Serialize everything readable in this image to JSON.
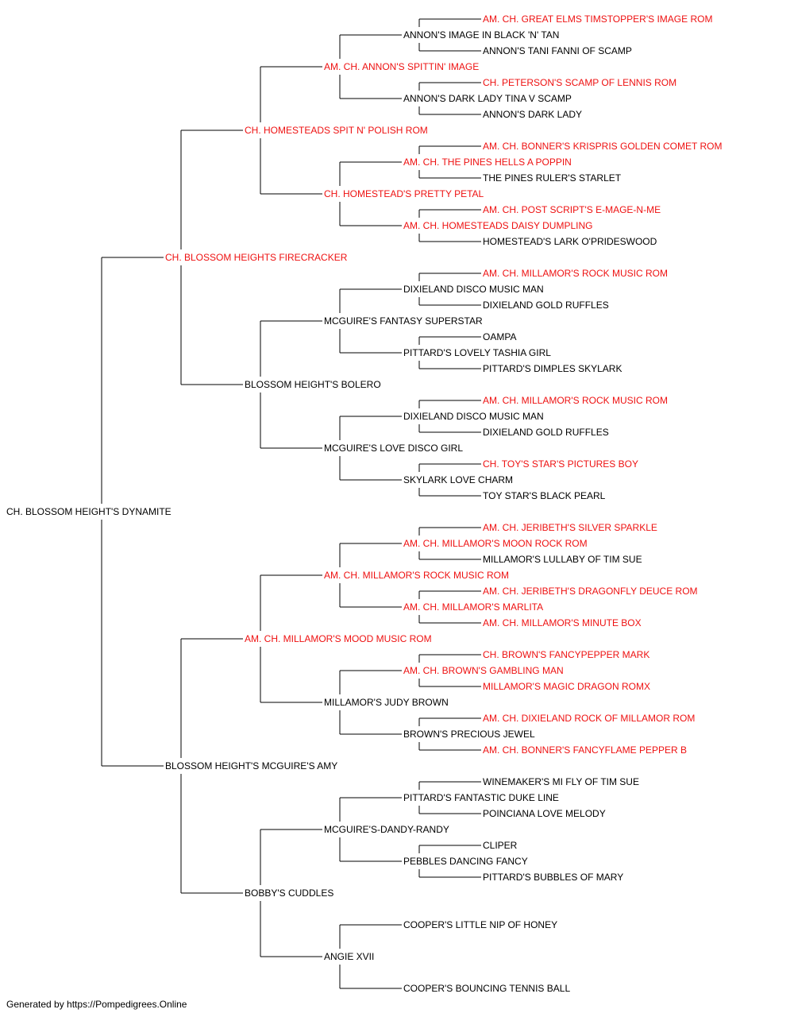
{
  "colors": {
    "titled": "#ee1111",
    "normal": "#000000",
    "line": "#000000"
  },
  "pedigree": {
    "name": "CH. BLOSSOM HEIGHT'S DYNAMITE",
    "titled": false,
    "sire": {
      "name": "CH. BLOSSOM HEIGHTS FIRECRACKER",
      "titled": true,
      "sire": {
        "name": "CH. HOMESTEADS SPIT N' POLISH ROM",
        "titled": true,
        "sire": {
          "name": "AM. CH. ANNON'S SPITTIN' IMAGE",
          "titled": true,
          "sire": {
            "name": "ANNON'S IMAGE IN BLACK 'N' TAN",
            "titled": false,
            "sire": {
              "name": "AM. CH. GREAT ELMS TIMSTOPPER'S IMAGE ROM",
              "titled": true
            },
            "dam": {
              "name": "ANNON'S TANI FANNI OF SCAMP",
              "titled": false
            }
          },
          "dam": {
            "name": "ANNON'S DARK LADY TINA V SCAMP",
            "titled": false,
            "sire": {
              "name": "CH. PETERSON'S SCAMP OF LENNIS ROM",
              "titled": true
            },
            "dam": {
              "name": "ANNON'S DARK LADY",
              "titled": false
            }
          }
        },
        "dam": {
          "name": "CH. HOMESTEAD'S PRETTY PETAL",
          "titled": true,
          "sire": {
            "name": "AM. CH. THE PINES HELLS A POPPIN",
            "titled": true,
            "sire": {
              "name": "AM. CH. BONNER'S KRISPRIS GOLDEN COMET ROM",
              "titled": true
            },
            "dam": {
              "name": "THE PINES RULER'S STARLET",
              "titled": false
            }
          },
          "dam": {
            "name": "AM. CH. HOMESTEADS DAISY DUMPLING",
            "titled": true,
            "sire": {
              "name": "AM. CH. POST SCRIPT'S E-MAGE-N-ME",
              "titled": true
            },
            "dam": {
              "name": "HOMESTEAD'S LARK O'PRIDESWOOD",
              "titled": false
            }
          }
        }
      },
      "dam": {
        "name": "BLOSSOM HEIGHT'S BOLERO",
        "titled": false,
        "sire": {
          "name": "MCGUIRE'S FANTASY SUPERSTAR",
          "titled": false,
          "sire": {
            "name": "DIXIELAND DISCO MUSIC MAN",
            "titled": false,
            "sire": {
              "name": "AM. CH. MILLAMOR'S ROCK MUSIC ROM",
              "titled": true
            },
            "dam": {
              "name": "DIXIELAND GOLD RUFFLES",
              "titled": false
            }
          },
          "dam": {
            "name": "PITTARD'S LOVELY TASHIA GIRL",
            "titled": false,
            "sire": {
              "name": "OAMPA",
              "titled": false
            },
            "dam": {
              "name": "PITTARD'S DIMPLES SKYLARK",
              "titled": false
            }
          }
        },
        "dam": {
          "name": "MCGUIRE'S LOVE DISCO GIRL",
          "titled": false,
          "sire": {
            "name": "DIXIELAND DISCO MUSIC MAN",
            "titled": false,
            "sire": {
              "name": "AM. CH. MILLAMOR'S ROCK MUSIC ROM",
              "titled": true
            },
            "dam": {
              "name": "DIXIELAND GOLD RUFFLES",
              "titled": false
            }
          },
          "dam": {
            "name": "SKYLARK LOVE CHARM",
            "titled": false,
            "sire": {
              "name": "CH. TOY'S STAR'S PICTURES BOY",
              "titled": true
            },
            "dam": {
              "name": "TOY STAR'S BLACK PEARL",
              "titled": false
            }
          }
        }
      }
    },
    "dam": {
      "name": "BLOSSOM HEIGHT'S MCGUIRE'S AMY",
      "titled": false,
      "sire": {
        "name": "AM. CH. MILLAMOR'S MOOD MUSIC ROM",
        "titled": true,
        "sire": {
          "name": "AM. CH. MILLAMOR'S ROCK MUSIC ROM",
          "titled": true,
          "sire": {
            "name": "AM. CH. MILLAMOR'S MOON ROCK ROM",
            "titled": true,
            "sire": {
              "name": "AM. CH. JERIBETH'S SILVER SPARKLE",
              "titled": true
            },
            "dam": {
              "name": "MILLAMOR'S LULLABY OF TIM SUE",
              "titled": false
            }
          },
          "dam": {
            "name": "AM. CH. MILLAMOR'S MARLITA",
            "titled": true,
            "sire": {
              "name": "AM. CH. JERIBETH'S DRAGONFLY DEUCE ROM",
              "titled": true
            },
            "dam": {
              "name": "AM. CH. MILLAMOR'S MINUTE BOX",
              "titled": true
            }
          }
        },
        "dam": {
          "name": "MILLAMOR'S JUDY BROWN",
          "titled": false,
          "sire": {
            "name": "AM. CH. BROWN'S GAMBLING MAN",
            "titled": true,
            "sire": {
              "name": "CH. BROWN'S FANCYPEPPER MARK",
              "titled": true
            },
            "dam": {
              "name": "MILLAMOR'S MAGIC DRAGON ROMX",
              "titled": true
            }
          },
          "dam": {
            "name": "BROWN'S PRECIOUS JEWEL",
            "titled": false,
            "sire": {
              "name": "AM. CH. DIXIELAND ROCK OF MILLAMOR ROM",
              "titled": true
            },
            "dam": {
              "name": "AM. CH. BONNER'S FANCYFLAME PEPPER B",
              "titled": true
            }
          }
        }
      },
      "dam": {
        "name": "BOBBY'S CUDDLES",
        "titled": false,
        "sire": {
          "name": "MCGUIRE'S-DANDY-RANDY",
          "titled": false,
          "sire": {
            "name": "PITTARD'S FANTASTIC DUKE LINE",
            "titled": false,
            "sire": {
              "name": "WINEMAKER'S MI FLY OF TIM SUE",
              "titled": false
            },
            "dam": {
              "name": "POINCIANA LOVE MELODY",
              "titled": false
            }
          },
          "dam": {
            "name": "PEBBLES DANCING FANCY",
            "titled": false,
            "sire": {
              "name": "CLIPER",
              "titled": false
            },
            "dam": {
              "name": "PITTARD'S BUBBLES OF MARY",
              "titled": false
            }
          }
        },
        "dam": {
          "name": "ANGIE XVII",
          "titled": false,
          "sire": {
            "name": "COOPER'S LITTLE NIP OF HONEY",
            "titled": false
          },
          "dam": {
            "name": "COOPER'S BOUNCING TENNIS BALL",
            "titled": false
          }
        }
      }
    }
  },
  "footer": "Generated by https://Pompedigrees.Online"
}
